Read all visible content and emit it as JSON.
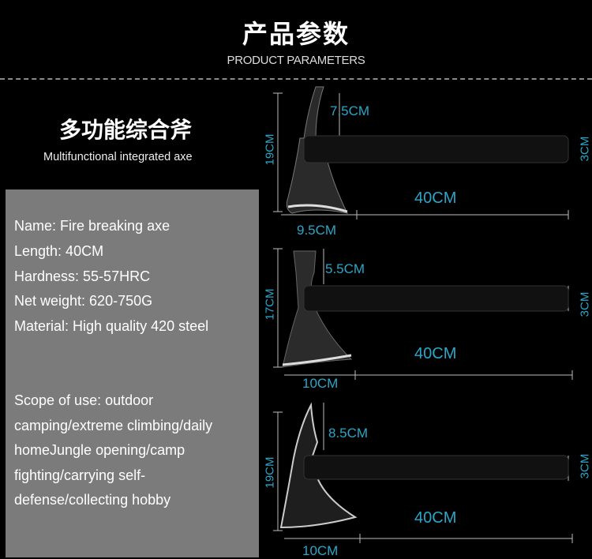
{
  "header": {
    "title_cn": "产品参数",
    "title_en": "PRODUCT PARAMETERS"
  },
  "product": {
    "name_cn": "多功能综合斧",
    "name_en": "Multifunctional integrated axe"
  },
  "specs": {
    "lines": [
      "Name: Fire breaking axe",
      "Length: 40CM",
      "Hardness: 55-57HRC",
      "Net weight: 620-750G",
      "Material: High quality 420 steel"
    ],
    "scope": [
      "Scope of use: outdoor",
      "camping/extreme climbing/daily",
      "homeJungle opening/camp",
      "fighting/carrying self-",
      "defense/collecting hobby"
    ]
  },
  "axes": [
    {
      "height": "19CM",
      "spike": "7.5CM",
      "grip": "3CM",
      "length": "40CM",
      "head": "9.5CM"
    },
    {
      "height": "17CM",
      "spike": "5.5CM",
      "grip": "3CM",
      "length": "40CM",
      "head": "10CM"
    },
    {
      "height": "19CM",
      "spike": "8.5CM",
      "grip": "3CM",
      "length": "40CM",
      "head": "10CM"
    }
  ],
  "colors": {
    "dimension": "#2aa6c8",
    "panel": "#7b7b7b"
  }
}
